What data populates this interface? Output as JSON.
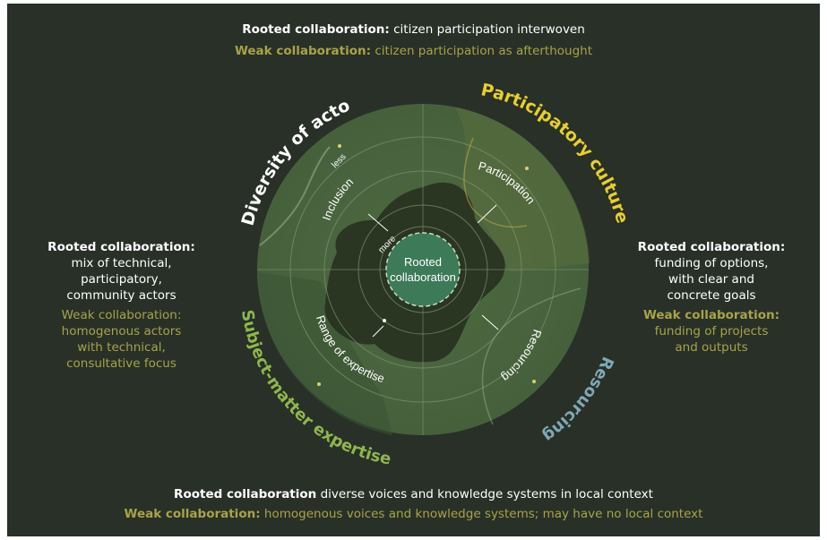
{
  "top": {
    "rooted_label": "Rooted collaboration:",
    "rooted_text": "citizen participation interwoven",
    "weak_label": "Weak collaboration:",
    "weak_text": "citizen participation as afterthought"
  },
  "left": {
    "rooted_label": "Rooted collaboration:",
    "rooted_lines": [
      "mix of technical,",
      "participatory,",
      "community actors"
    ],
    "weak_lines": [
      "Weak collaboration:",
      "homogenous actors",
      "with technical,",
      "consultative focus"
    ]
  },
  "right": {
    "rooted_label": "Rooted collaboration:",
    "rooted_lines": [
      "funding of options,",
      "with clear and",
      "concrete goals"
    ],
    "weak_label": "Weak collaboration:",
    "weak_lines": [
      "funding of projects",
      "and outputs"
    ]
  },
  "bottom": {
    "rooted_label": "Rooted collaboration",
    "rooted_text": "diverse voices and knowledge systems in local context",
    "weak_label": "Weak collaboration:",
    "weak_text": "homogenous voices and knowledge systems; may have no local context"
  },
  "wheel": {
    "center_line1": "Rooted",
    "center_line2": "collaboration",
    "outer_labels": {
      "diversity": "Diversity of actors",
      "participatory": "Participatory culture",
      "resourcing": "Resourcing",
      "expertise": "Subject-matter expertise"
    },
    "inner_labels": {
      "inclusion": "Inclusion",
      "participation": "Participation",
      "resourcing": "Resourcing",
      "range": "Range of expertise"
    },
    "scale": {
      "less": "less",
      "more": "more"
    },
    "colors": {
      "diversity": "#ffffff",
      "participatory": "#e8cf2a",
      "resourcing": "#7fa8b6",
      "expertise": "#8fb64c",
      "center_fill": "#3c7a58",
      "disc_fill": "#4f6a42"
    }
  }
}
